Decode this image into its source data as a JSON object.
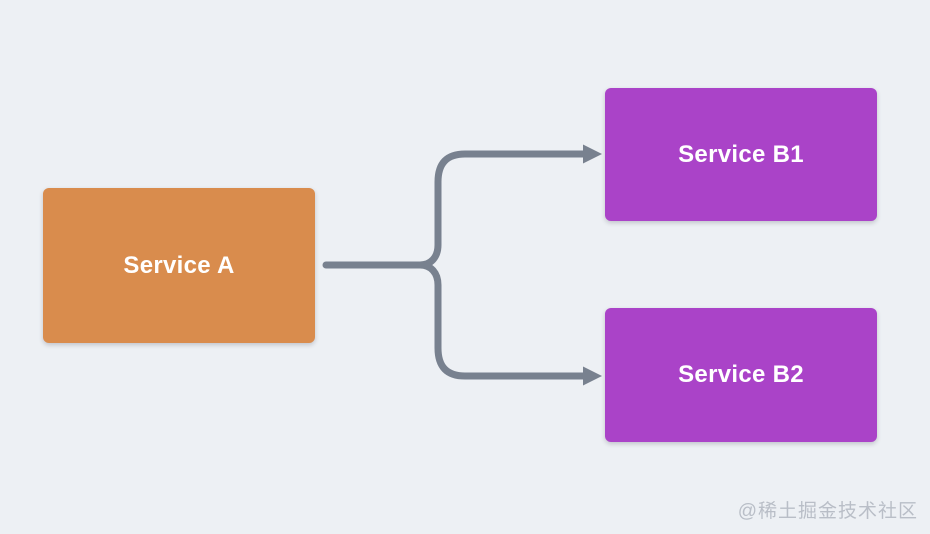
{
  "diagram": {
    "background_color": "#edf0f4",
    "connector_color": "#78818f",
    "nodes": [
      {
        "id": "service-a",
        "label": "Service A",
        "fill_color": "#d98c4d",
        "text_color": "#ffffff"
      },
      {
        "id": "service-b1",
        "label": "Service B1",
        "fill_color": "#aa43c8",
        "text_color": "#ffffff"
      },
      {
        "id": "service-b2",
        "label": "Service B2",
        "fill_color": "#aa43c8",
        "text_color": "#ffffff"
      }
    ],
    "edges": [
      {
        "from": "service-a",
        "to": "service-b1",
        "style": "curved-branch-arrow"
      },
      {
        "from": "service-a",
        "to": "service-b2",
        "style": "curved-branch-arrow"
      }
    ],
    "watermark": "@稀土掘金技术社区"
  }
}
